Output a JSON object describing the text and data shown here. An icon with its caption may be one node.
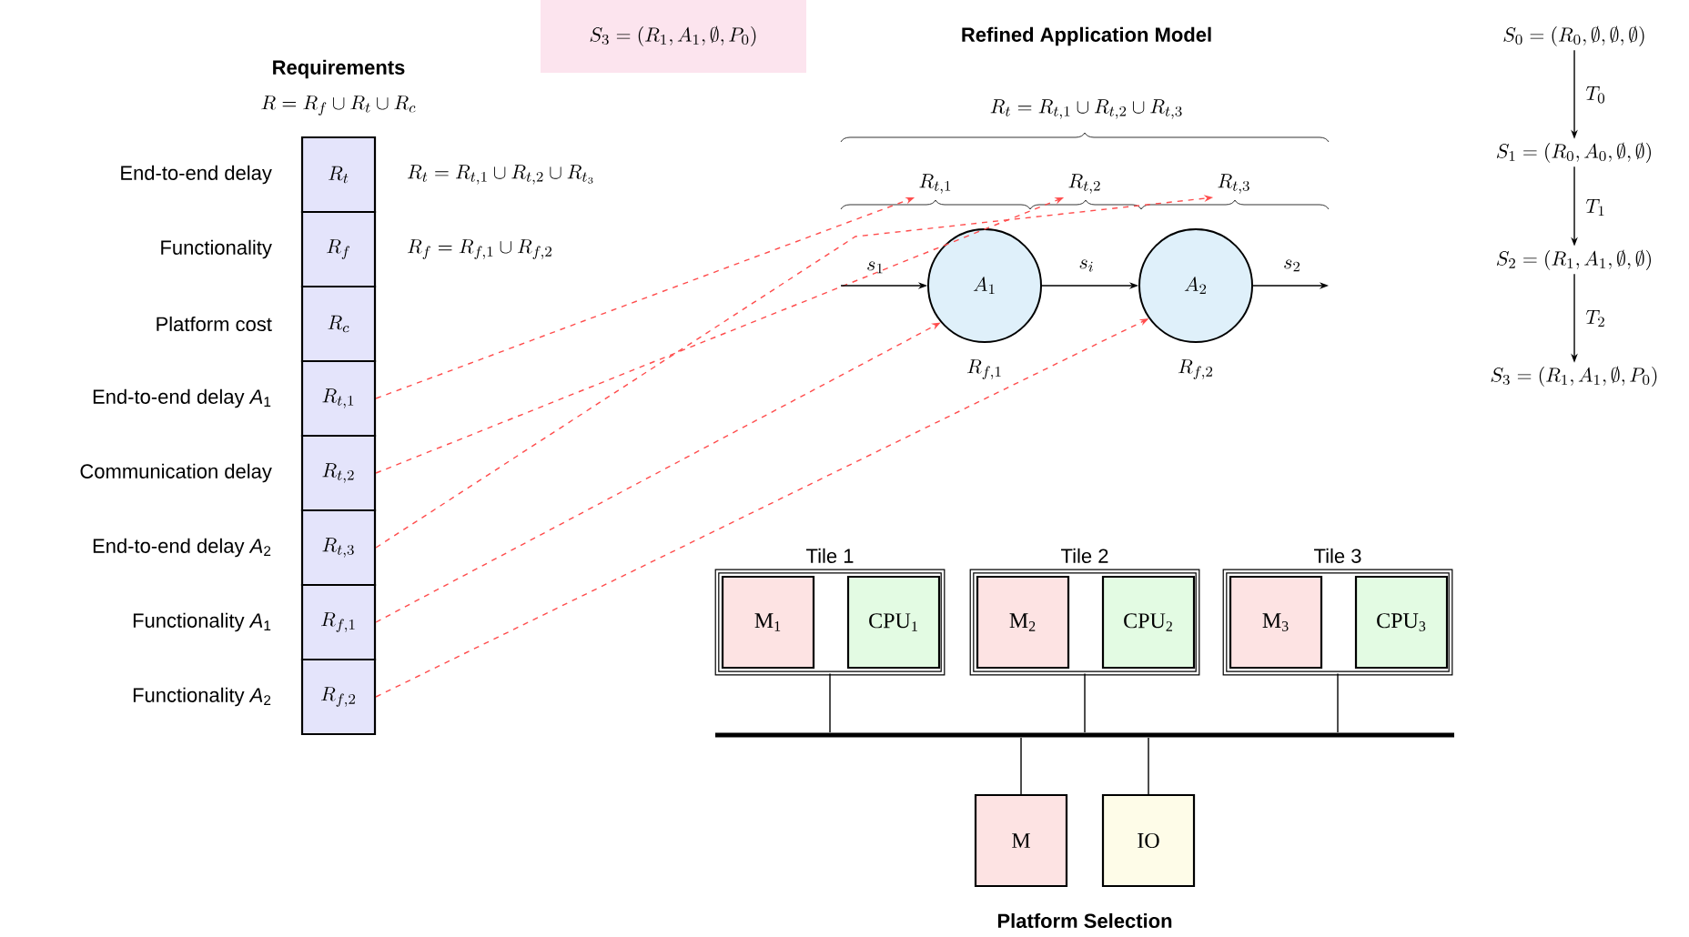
{
  "diagram": {
    "nodes": [
      {
        "text": [
          "R_t"
        ],
        "beside": [
          "End-to-end delay",
          "R_t = R_{t,1} \\cup R_{t,2} \\cup R_{t_3}"
        ]
      },
      {
        "text": [
          "R_f"
        ],
        "beside": [
          "Functionality",
          "R_f = R_{f,1} \\cup R_{f,2}"
        ]
      },
      {
        "text": [
          "R_c"
        ],
        "beside": [
          "Platform cost"
        ]
      },
      {
        "text": [
          "R_{t,1}"
        ],
        "beside": [
          "End-to-end delay *A*$_{1}$"
        ]
      },
      {
        "text": [
          "R_{t,2}"
        ],
        "beside": [
          "Communication delay"
        ]
      },
      {
        "text": [
          "R_{t,3}"
        ],
        "beside": [
          "End-to-end delay *A*$_{2}$"
        ]
      },
      {
        "text": [
          "R_{f,1}"
        ],
        "beside": [
          "Functionality *A*$_{1}$"
        ]
      },
      {
        "text": [
          "R_{f,2}"
        ],
        "beside": [
          "Functionality *A*$_{2}$"
        ]
      },
      {
        "text": [
          "S_3 = (R_1, A_1, \\emptyset, P_0)"
        ]
      },
      {
        "text": [
          "R_{t,1}"
        ]
      },
      {
        "text": [
          "R_{t,2}"
        ]
      },
      {
        "text": [
          "R_{t,3}"
        ]
      },
      {
        "text": [
          "A_1"
        ],
        "beside": [
          "R_{f,1}"
        ]
      },
      {
        "text": [
          "A_2"
        ],
        "beside": [
          "R_{f,2}"
        ]
      },
      {
        "text": [
          "S_0 = (R_0, \\emptyset, \\emptyset, \\emptyset)"
        ]
      },
      {
        "text": [
          "S_1 = (R_0, A_0, \\emptyset, \\emptyset)"
        ]
      },
      {
        "text": [
          "S_2 = (R_1, A_1, \\emptyset, \\emptyset)"
        ]
      },
      {
        "text": [
          "S_3 = (R_1, A_1, \\emptyset, P_0)"
        ]
      },
      {
        "text": [
          "Tile 1"
        ]
      },
      {
        "text": [
          "M$_{1}$"
        ],
        "in": 18
      },
      {
        "text": [
          "CPU$_{1}$"
        ],
        "in": 18
      },
      {
        "text": [
          "Tile 2"
        ]
      },
      {
        "text": [
          "M$_{2}$"
        ],
        "in": 21
      },
      {
        "text": [
          "CPU$_{2}$"
        ],
        "in": 21
      },
      {
        "text": [
          "Tile 3"
        ]
      },
      {
        "text": [
          "M$_{3}$"
        ],
        "in": 24
      },
      {
        "text": [
          "CPU$_{3}$"
        ],
        "in": 24
      },
      {
        "text": [],
        "shape": "bar"
      },
      {
        "text": [
          "M"
        ]
      },
      {
        "text": [
          "IO"
        ]
      }
    ],
    "edges": [
      {
        "from": 3,
        "to": 9,
        "arrow": "to",
        "style": "dashed",
        "color": "#ff4d4d"
      },
      {
        "from": 4,
        "to": 10,
        "arrow": "to",
        "style": "dashed",
        "color": "#ff4d4d"
      },
      {
        "from": 5,
        "to": 11,
        "arrow": "to",
        "style": "dashed",
        "color": "#ff4d4d"
      },
      {
        "from": 6,
        "to": 12,
        "arrow": "to",
        "style": "dashed",
        "color": "#ff4d4d"
      },
      {
        "from": 7,
        "to": 13,
        "arrow": "to",
        "style": "dashed",
        "color": "#ff4d4d"
      },
      {
        "from": null,
        "to": 12,
        "arrow": "to",
        "label": "s_1"
      },
      {
        "from": 12,
        "to": 13,
        "arrow": "to",
        "label": "s_i"
      },
      {
        "from": 13,
        "to": null,
        "arrow": "to",
        "label": "s_2"
      },
      {
        "from": 14,
        "to": 15,
        "arrow": "to",
        "label": "T_0"
      },
      {
        "from": 15,
        "to": 16,
        "arrow": "to",
        "label": "T_1"
      },
      {
        "from": 16,
        "to": 17,
        "arrow": "to",
        "label": "T_2"
      },
      {
        "from": 18,
        "to": 27,
        "arrow": "none"
      },
      {
        "from": 21,
        "to": 27,
        "arrow": "none"
      },
      {
        "from": 24,
        "to": 27,
        "arrow": "none"
      },
      {
        "from": 27,
        "to": 28,
        "arrow": "none"
      },
      {
        "from": 27,
        "to": 29,
        "arrow": "none"
      }
    ],
    "labels": [
      "Requirements",
      "R = R_f \\cup R_t \\cup R_c",
      "Refined Application Model",
      "R_t = R_{t,1} \\cup R_{t,2} \\cup R_{t,3}",
      "Platform Selection"
    ]
  }
}
